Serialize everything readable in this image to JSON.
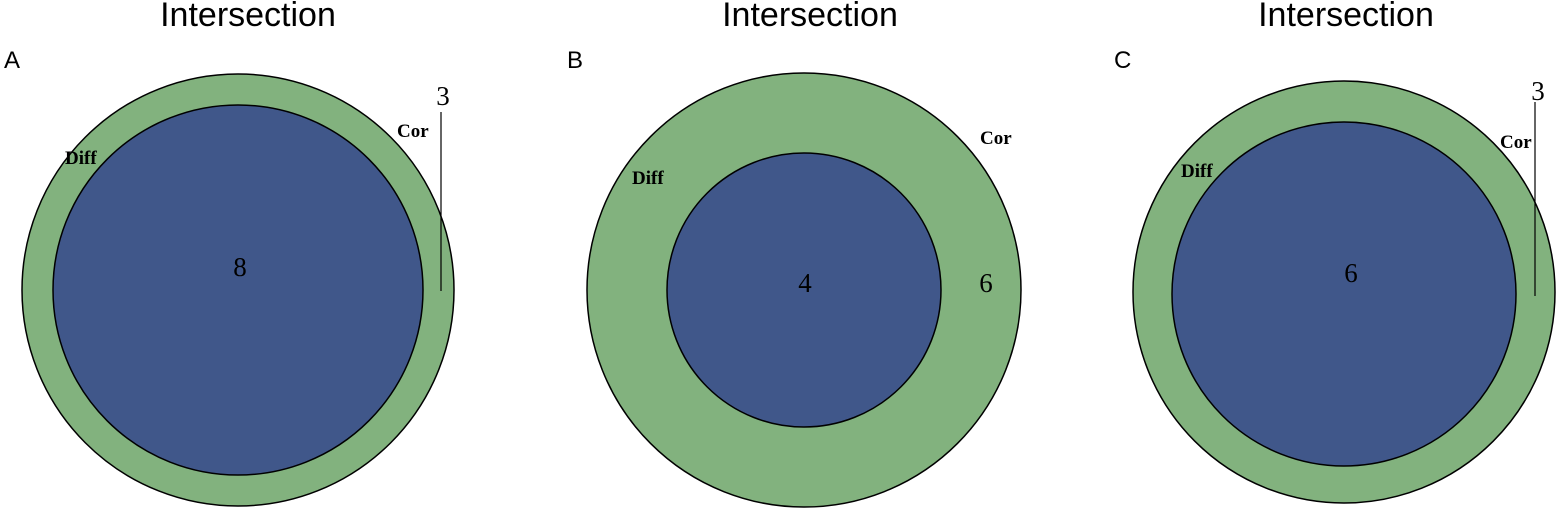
{
  "colors": {
    "cor": "#82b27e",
    "diff": "#40578a",
    "stroke": "#000000"
  },
  "panels": [
    {
      "letter": "A",
      "title": "Intersection",
      "outer_label": "Cor",
      "inner_label": "Diff",
      "intersection_count": "8",
      "outer_only_count": "3"
    },
    {
      "letter": "B",
      "title": "Intersection",
      "outer_label": "Cor",
      "inner_label": "Diff",
      "intersection_count": "4",
      "outer_only_count": "6"
    },
    {
      "letter": "C",
      "title": "Intersection",
      "outer_label": "Cor",
      "inner_label": "Diff",
      "intersection_count": "6",
      "outer_only_count": "3"
    }
  ]
}
